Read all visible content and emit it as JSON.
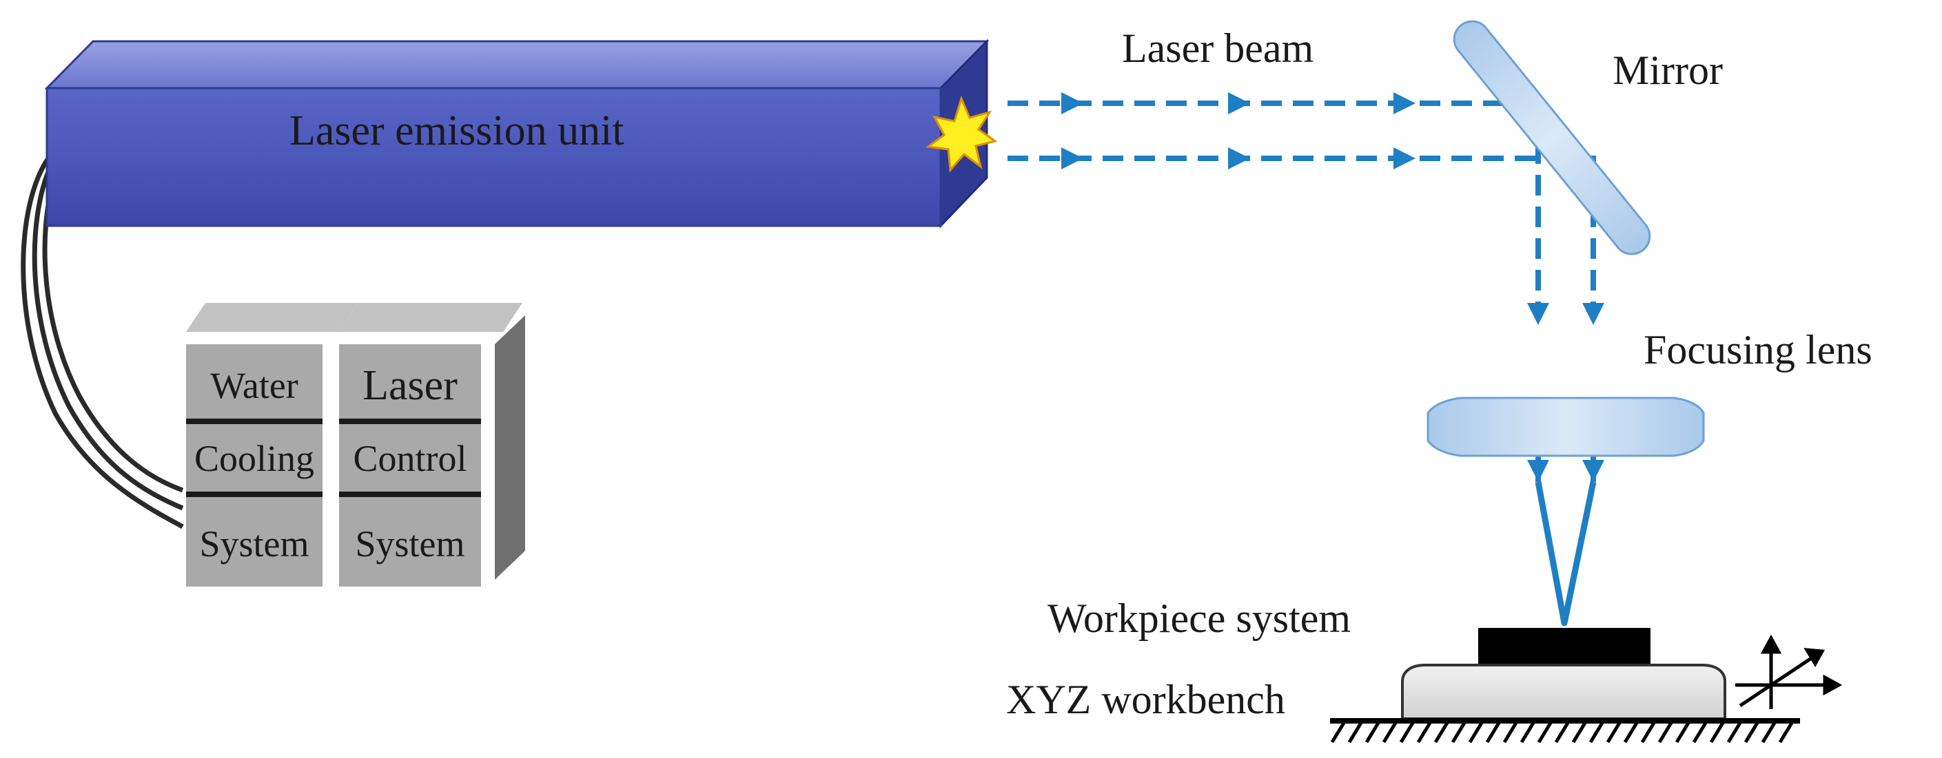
{
  "diagram": {
    "emission_unit": {
      "label": "Laser emission unit"
    },
    "beam": {
      "label": "Laser beam"
    },
    "mirror": {
      "label": "Mirror"
    },
    "focusing_lens": {
      "label": "Focusing lens"
    },
    "workpiece": {
      "label": "Workpiece system"
    },
    "workbench": {
      "label": "XYZ workbench"
    },
    "water_cooling": {
      "line1": "Water",
      "line2": "Cooling",
      "line3": "System"
    },
    "laser_control": {
      "line1": "Laser",
      "line2": "Control",
      "line3": "System"
    }
  },
  "colors": {
    "unit_front": "#4f5bbf",
    "unit_top": "#7b86d6",
    "unit_side": "#2f3a92",
    "beam": "#1f7fc4",
    "lens_fill": "#b7d3ef",
    "box_front": "#a9a9a9",
    "box_top": "#c2c2c2",
    "box_side": "#6f6f6f"
  }
}
